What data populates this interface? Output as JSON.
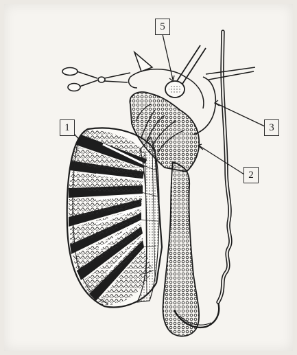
{
  "labels": {
    "one": "1",
    "two": "2",
    "three": "3",
    "five": "5"
  },
  "colors": {
    "ink": "#1f1f1f",
    "paper": "#f6f4f0",
    "shadow": "#3a3a3a"
  }
}
